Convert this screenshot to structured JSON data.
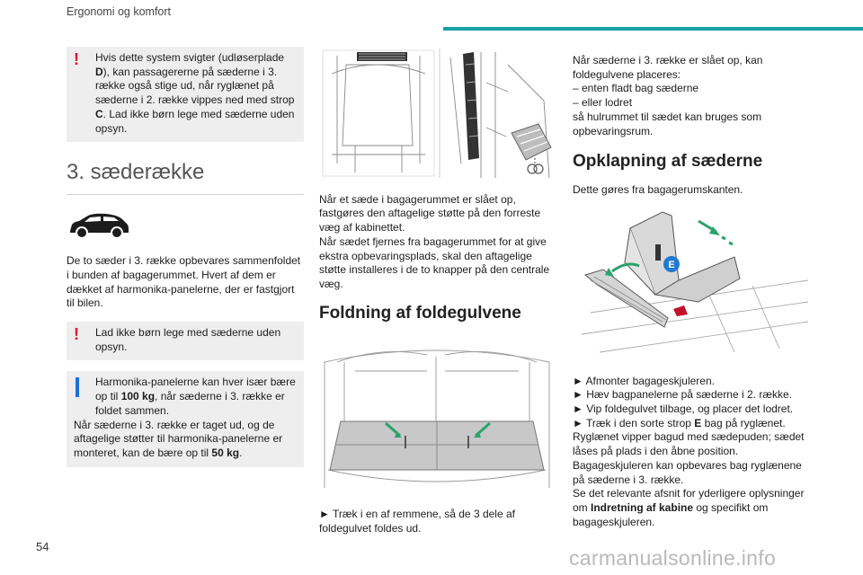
{
  "header": {
    "title": "Ergonomi og komfort"
  },
  "page_number": "54",
  "watermark": "carmanualsonline.info",
  "col1": {
    "warning1": {
      "t1": "Hvis dette system svigter (udløserplade ",
      "b1": "D",
      "t2": "), kan passagererne på sæderne i 3. række også stige ud, når ryglænet på sæderne i 2. række vippes ned med strop ",
      "b2": "C",
      "t3": ". Lad ikke børn lege med sæderne uden opsyn."
    },
    "section_title": "3. sæderække",
    "body": "De to sæder i 3. række opbevares sammenfoldet i bunden af bagagerummet. Hvert af dem er dækket af harmonika-panelerne, der er fastgjort til bilen.",
    "warning2": "Lad ikke børn lege med sæderne uden opsyn.",
    "info": {
      "t1": "Harmonika-panelerne kan hver især bære op til ",
      "b1": "100 kg",
      "t2": ", når sæderne i 3. række er foldet sammen.",
      "t3": "Når sæderne i 3. række er taget ud, og de aftagelige støtter til harmonika-panelerne er monteret, kan de bære op til ",
      "b2": "50 kg",
      "t4": "."
    }
  },
  "col2": {
    "p1": "Når et sæde i bagagerummet er slået op, fastgøres den aftagelige støtte på den forreste væg af kabinettet.",
    "p2": "Når sædet fjernes fra bagagerummet for at give ekstra opbevaringsplads, skal den aftagelige støtte installeres i de to knapper på den centrale væg.",
    "heading": "Foldning af foldegulvene",
    "step": "► Træk i en af remmene, så de 3 dele af foldegulvet foldes ud."
  },
  "col3": {
    "intro": [
      "Når sæderne i 3. række er slået op, kan foldegulvene placeres:",
      "– enten fladt bag sæderne",
      "– eller lodret",
      "så hulrummet til sædet kan bruges som opbevaringsrum."
    ],
    "heading": "Opklapning af sæderne",
    "sub": "Dette gøres fra bagagerumskanten.",
    "label_e": "E",
    "steps": [
      "► Afmonter bagageskjuleren.",
      "► Hæv bagpanelerne på sæderne i 2. række.",
      "► Vip foldegulvet tilbage, og placer det lodret."
    ],
    "step4": {
      "t1": "► Træk i den sorte strop ",
      "b": "E",
      "t2": " bag på ryglænet."
    },
    "p1": "Ryglænet vipper bagud med sædepuden; sædet låses på plads i den åbne position.",
    "p2": "Bagageskjuleren kan opbevares bag ryglænene på sæderne i 3. række.",
    "p3": {
      "t1": "Se det relevante afsnit for yderligere oplysninger om ",
      "b": "Indretning af kabine",
      "t2": " og specifikt om bagageskjuleren."
    }
  },
  "colors": {
    "accent": "#16a0a8",
    "warning": "#e0102a",
    "info": "#1e6fd8",
    "notice_bg": "#eeeeee",
    "e_badge": "#1f7ad0"
  }
}
